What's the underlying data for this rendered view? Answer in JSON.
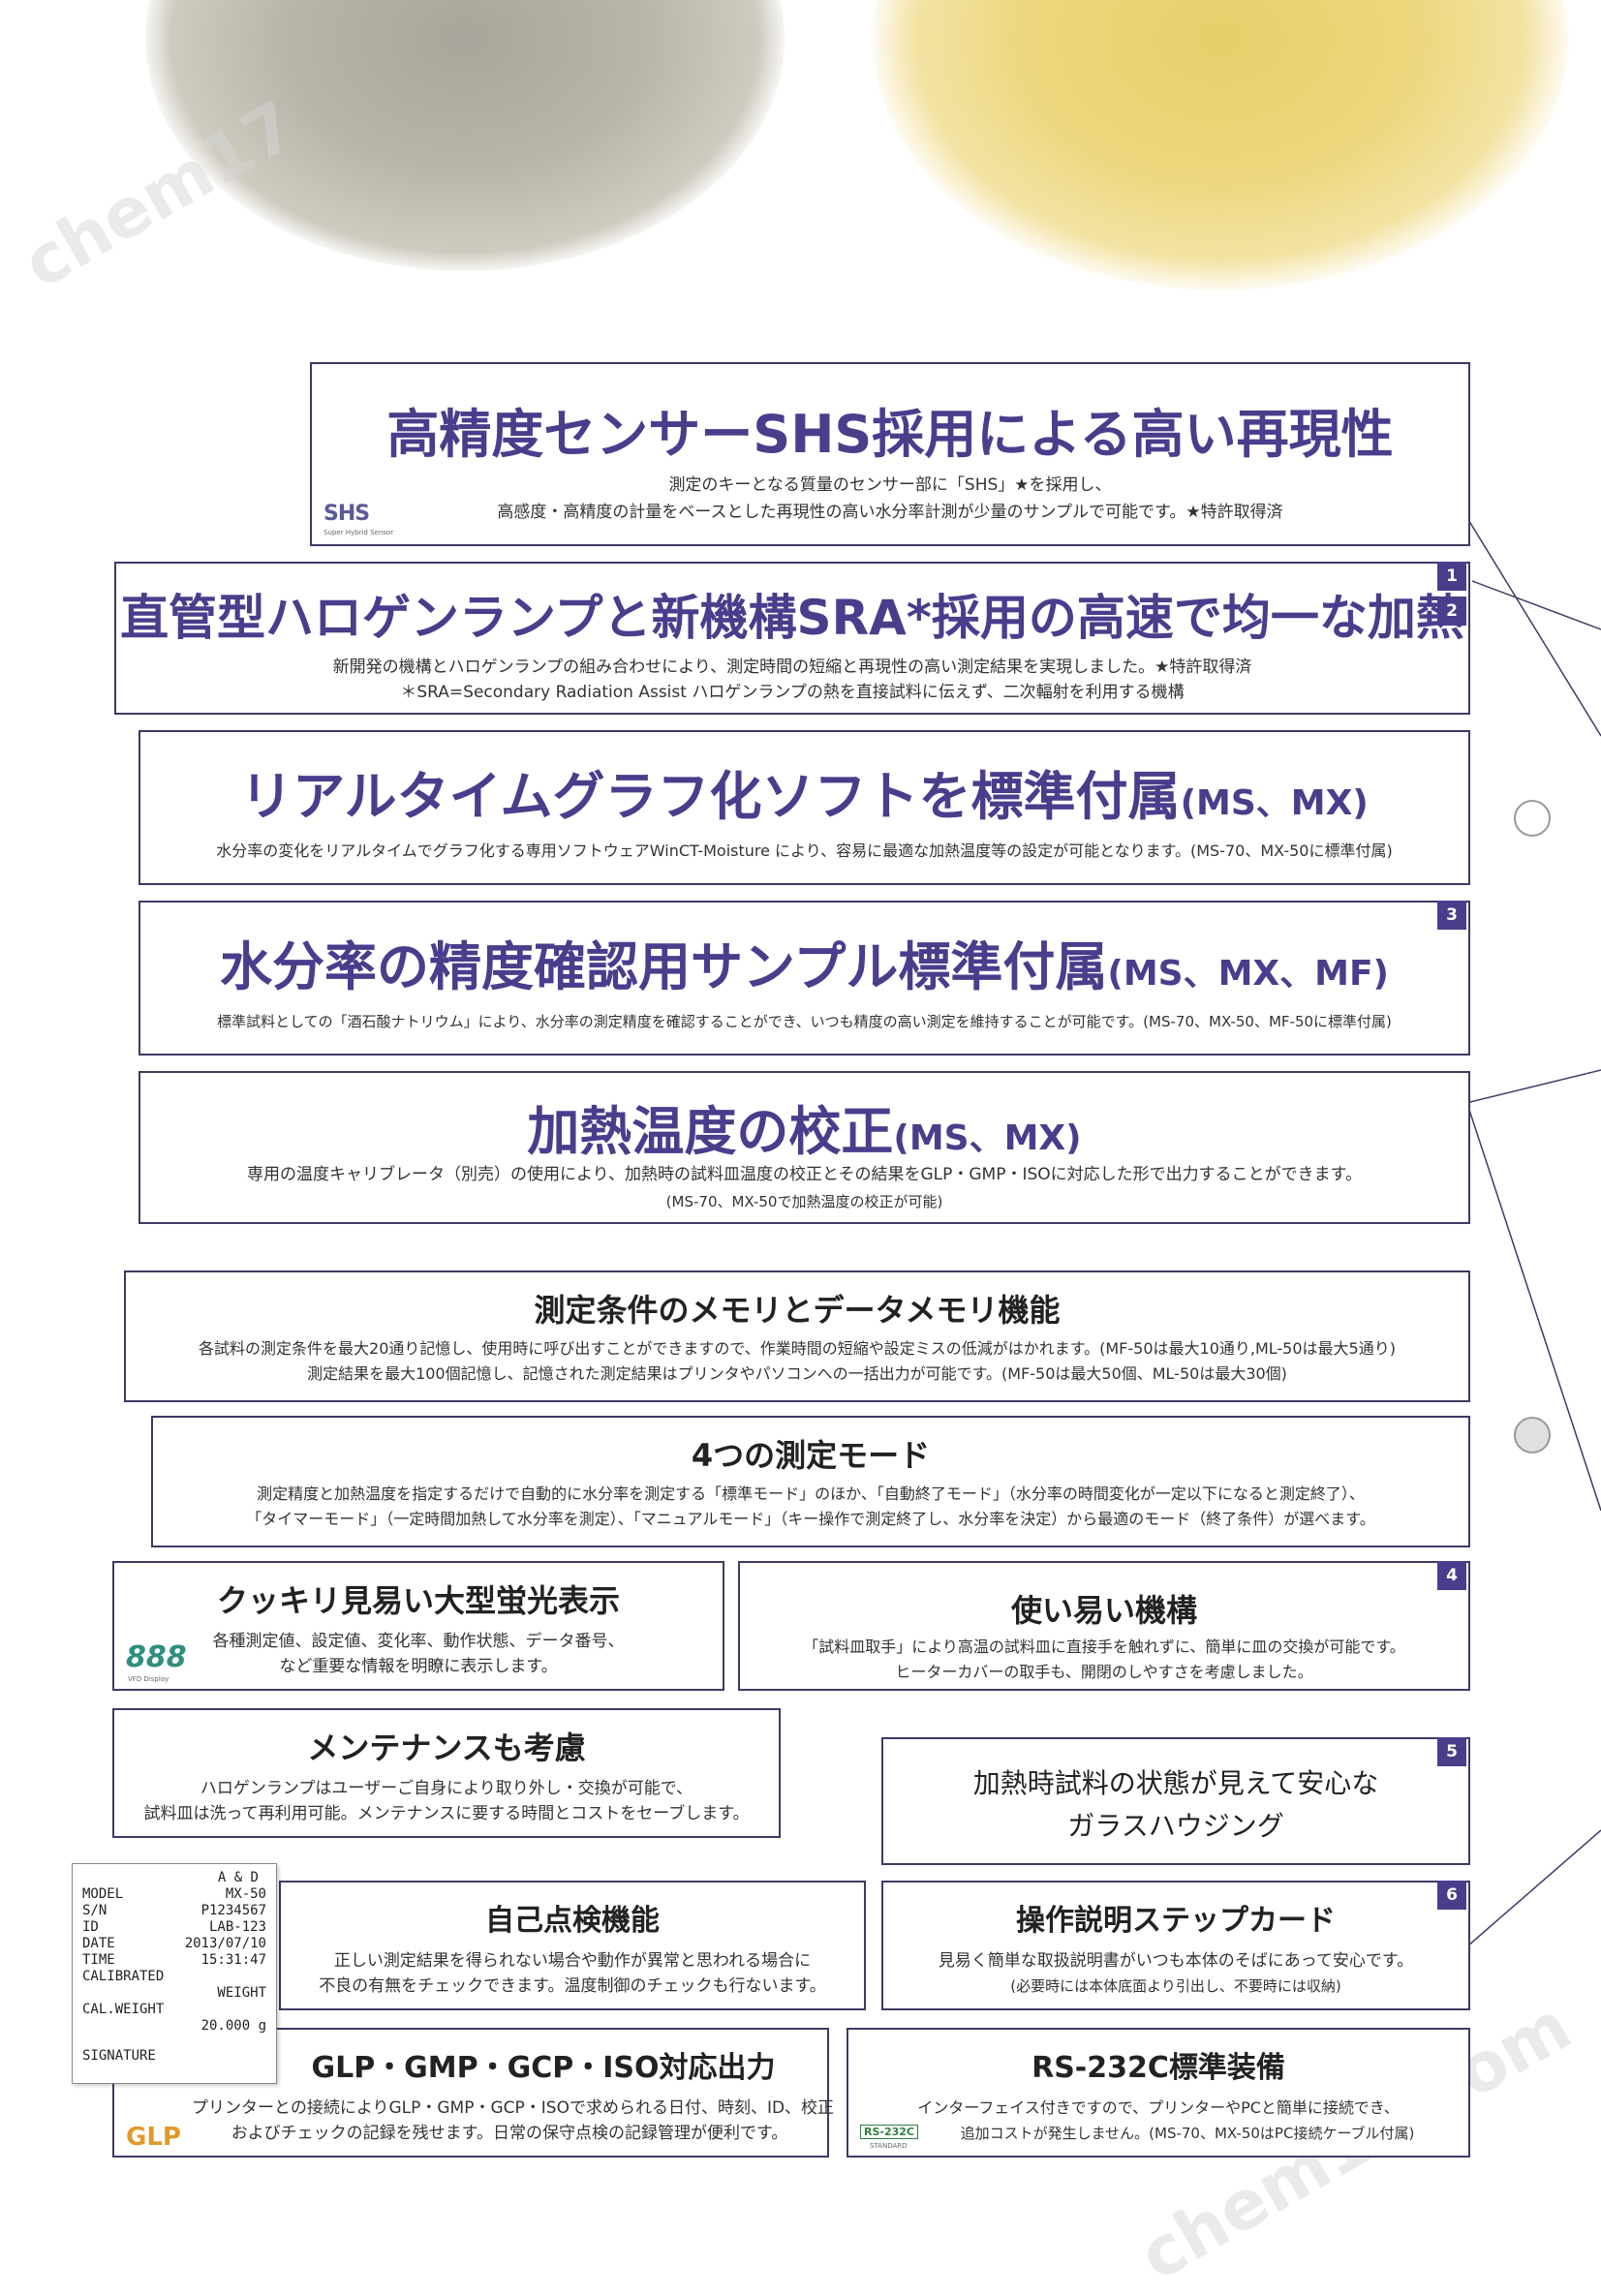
{
  "sections": {
    "shs": {
      "title": "高精度センサーSHS採用による高い再現性",
      "line1": "測定のキーとなる質量のセンサー部に「SHS」★を採用し、",
      "line2": "高感度・高精度の計量をベースとした再現性の高い水分率計測が少量のサンプルで可能です。★特許取得済",
      "logo": "SHS",
      "logo_sub": "Super Hybrid Sensor"
    },
    "halogen": {
      "title": "直管型ハロゲンランプと新機構SRA*採用の高速で均一な加熱",
      "line1": "新開発の機構とハロゲンランプの組み合わせにより、測定時間の短縮と再現性の高い測定結果を実現しました。★特許取得済",
      "line2": "＊SRA=Secondary Radiation Assist ハロゲンランプの熱を直接試料に伝えず、二次輻射を利用する機構",
      "num1": "1",
      "num2": "2"
    },
    "graph": {
      "title": "リアルタイムグラフ化ソフトを標準付属",
      "suffix": "(MS、MX)",
      "line1": "水分率の変化をリアルタイムでグラフ化する専用ソフトウェアWinCT-Moisture により、容易に最適な加熱温度等の設定が可能となります。(MS-70、MX-50に標準付属)"
    },
    "sample": {
      "title": "水分率の精度確認用サンプル標準付属",
      "suffix": "(MS、MX、MF)",
      "line1": "標準試料としての「酒石酸ナトリウム」により、水分率の測定精度を確認することができ、いつも精度の高い測定を維持することが可能です。(MS-70、MX-50、MF-50に標準付属)",
      "num": "3"
    },
    "calib": {
      "title": "加熱温度の校正",
      "suffix": "(MS、MX)",
      "line1": "専用の温度キャリブレータ（別売）の使用により、加熱時の試料皿温度の校正とその結果をGLP・GMP・ISOに対応した形で出力することができます。",
      "line2": "(MS-70、MX-50で加熱温度の校正が可能)"
    },
    "memory": {
      "title": "測定条件のメモリとデータメモリ機能",
      "line1": "各試料の測定条件を最大20通り記憶し、使用時に呼び出すことができますので、作業時間の短縮や設定ミスの低減がはかれます。(MF-50は最大10通り,ML-50は最大5通り)",
      "line2": "測定結果を最大100個記憶し、記憶された測定結果はプリンタやパソコンへの一括出力が可能です。(MF-50は最大50個、ML-50は最大30個)"
    },
    "modes": {
      "title": "4つの測定モード",
      "line1": "測定精度と加熱温度を指定するだけで自動的に水分率を測定する「標準モード」のほか、「自動終了モード」（水分率の時間変化が一定以下になると測定終了）、",
      "line2": "「タイマーモード」（一定時間加熱して水分率を測定）、「マニュアルモード」（キー操作で測定終了し、水分率を決定）から最適のモード（終了条件）が選べます。"
    },
    "display": {
      "title": "クッキリ見易い大型蛍光表示",
      "line1": "各種測定値、設定値、変化率、動作状態、データ番号、",
      "line2": "など重要な情報を明瞭に表示します。",
      "logo": "888",
      "logo_sub": "VFD Display"
    },
    "easy": {
      "title": "使い易い機構",
      "line1": "「試料皿取手」により高温の試料皿に直接手を触れずに、簡単に皿の交換が可能です。",
      "line2": "ヒーターカバーの取手も、開閉のしやすさを考慮しました。",
      "num": "4"
    },
    "maint": {
      "title": "メンテナンスも考慮",
      "line1": "ハロゲンランプはユーザーご自身により取り外し・交換が可能で、",
      "line2": "試料皿は洗って再利用可能。メンテナンスに要する時間とコストをセーブします。"
    },
    "glass": {
      "line1": "加熱時試料の状態が見えて安心な",
      "line2": "ガラスハウジング",
      "num": "5"
    },
    "selfcheck": {
      "title": "自己点検機能",
      "line1": "正しい測定結果を得られない場合や動作が異常と思われる場合に",
      "line2": "不良の有無をチェックできます。温度制御のチェックも行ないます。"
    },
    "stepcard": {
      "title": "操作説明ステップカード",
      "line1": "見易く簡単な取扱説明書がいつも本体のそばにあって安心です。",
      "line2": "(必要時には本体底面より引出し、不要時には収納)",
      "num": "6"
    },
    "glp": {
      "title": "GLP・GMP・GCP・ISO対応出力",
      "line1": "プリンターとの接続によりGLP・GMP・GCP・ISOで求められる日付、時刻、ID、校正",
      "line2": "およびチェックの記録を残せます。日常の保守点検の記録管理が便利です。",
      "logo": "GLP"
    },
    "rs232": {
      "title": "RS-232C標準装備",
      "line1": "インターフェイス付きですので、プリンターやPCと簡単に接続でき、",
      "line2": "追加コストが発生しません。(MS-70、MX-50はPC接続ケーブル付属)",
      "logo": "RS-232C",
      "logo_sub": "STANDARD"
    }
  },
  "receipt": {
    "brand": "A & D",
    "model_k": "MODEL",
    "model_v": "MX-50",
    "sn_k": "S/N",
    "sn_v": "P1234567",
    "id_k": "ID",
    "id_v": "LAB-123",
    "date_k": "DATE",
    "date_v": "2013/07/10",
    "time_k": "TIME",
    "time_v": "15:31:47",
    "cal1": "CALIBRATED",
    "cal2": "WEIGHT",
    "calw_k": "CAL.WEIGHT",
    "calw_v": "20.000  g",
    "sig": "SIGNATURE"
  },
  "watermarks": [
    "chem17",
    "chem17.com"
  ],
  "colors": {
    "accent": "#4a3d8c",
    "border": "#3d3a66"
  }
}
